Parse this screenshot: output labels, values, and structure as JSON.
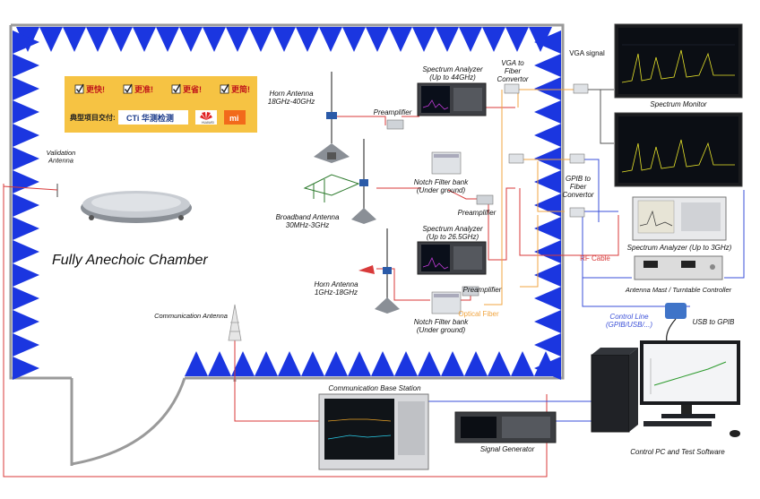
{
  "chamber": {
    "title": "Fully Anechoic Chamber"
  },
  "promo": {
    "items": [
      "更快!",
      "更准!",
      "更省!",
      "更简!"
    ],
    "clients_label": "典型项目交付:",
    "logos": [
      "CTi 华测检测",
      "HUAWEI",
      "mi"
    ]
  },
  "labels": {
    "validation_antenna": "Validation\nAntenna",
    "horn_antenna_1": "Horn Antenna\n18GHz-40GHz",
    "broadband_antenna": "Broadband Antenna\n30MHz-3GHz",
    "horn_antenna_2": "Horn Antenna\n1GHz-18GHz",
    "communication_antenna": "Communication Antenna",
    "preamp_1": "Preamplifier",
    "preamp_2": "Preamplifier",
    "preamp_3": "Preamplifier",
    "notch_1": "Notch Filter bank\n(Under ground)",
    "notch_2": "Notch Filter bank\n(Under ground)",
    "spec_44": "Spectrum Analyzer\n(Up to 44GHz)",
    "spec_265": "Spectrum Analyzer\n(Up to 26.5GHz)",
    "vga_fiber": "VGA to\nFiber\nConvertor",
    "vga_signal": "VGA signal",
    "spectrum_monitor": "Spectrum Monitor",
    "gpib_fiber": "GPIB to\nFiber\nConvertor",
    "spec_3": "Spectrum Analyzer (Up to 3GHz)",
    "rf_cable": "RF Cable",
    "mast_controller": "Antenna Mast / Turntable Controller",
    "optical_fiber": "Optical Fiber",
    "control_line": "Control Line\n(GPIB/USB/...)",
    "usb_gpib": "USB to GPIB",
    "base_station": "Communication Base Station",
    "signal_generator": "Signal Generator",
    "control_pc": "Control PC and Test Software"
  },
  "colors": {
    "absorber": "#1b36e0",
    "rf_cable": "#d83a3a",
    "optical_fiber": "#f0a540",
    "control_line": "#3a4fd8",
    "promo_bg": "#f6c343"
  }
}
